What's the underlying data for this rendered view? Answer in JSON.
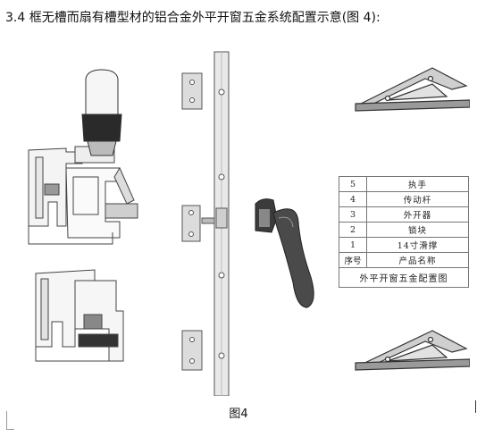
{
  "heading": "3.4 框无槽而扇有槽型材的铝合金外平开窗五金系统配置示意(图 4):",
  "caption": "图4",
  "legend": {
    "rows": [
      {
        "num": "5",
        "name": "执手"
      },
      {
        "num": "4",
        "name": "传动杆"
      },
      {
        "num": "3",
        "name": "外开器"
      },
      {
        "num": "2",
        "name": "锁块"
      },
      {
        "num": "1",
        "name": "14寸滑撑"
      }
    ],
    "header": {
      "num": "序号",
      "name": "产品名称"
    },
    "title": "外平开窗五金配置图"
  }
}
